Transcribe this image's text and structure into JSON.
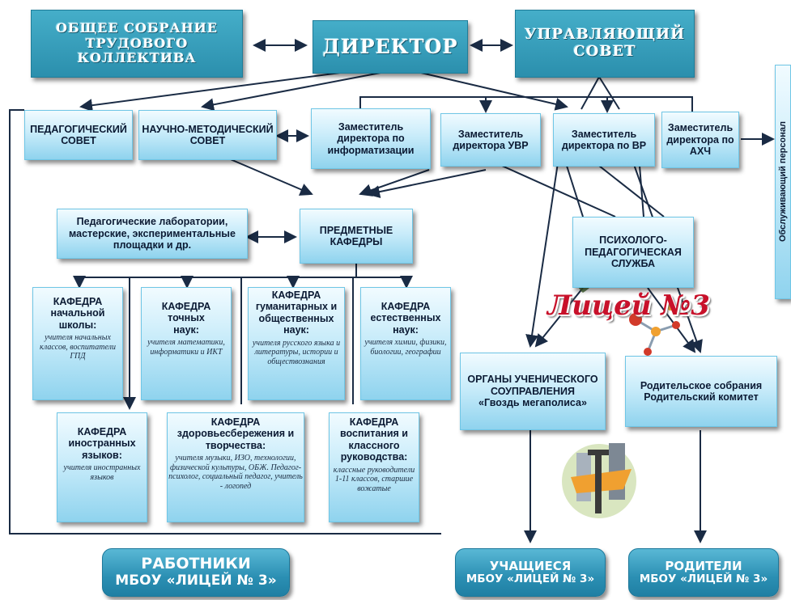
{
  "top": {
    "general_meeting": [
      "ОБЩЕЕ    СОБРАНИЕ",
      "ТРУДОВОГО",
      "КОЛЛЕКТИВА"
    ],
    "director": "ДИРЕКТОР",
    "managing_council": [
      "УПРАВЛЯЮЩИЙ",
      "СОВЕТ"
    ]
  },
  "row2": {
    "ped_council": [
      "ПЕДАГОГИЧЕСКИЙ",
      "СОВЕТ"
    ],
    "method_council": [
      "НАУЧНО-МЕТОДИЧЕСКИЙ",
      "СОВЕТ"
    ],
    "dep_info": [
      "Заместитель",
      "директора по",
      "информатизации"
    ],
    "dep_uvr": [
      "Заместитель",
      "директора УВР"
    ],
    "dep_vr": [
      "Заместитель",
      "директора по ВР"
    ],
    "dep_ahch": [
      "Заместитель",
      "директора по",
      "АХЧ"
    ]
  },
  "service_staff": "Обслуживающий   персонал",
  "labs": [
    "Педагогические лаборатории,",
    "мастерские, экспериментальные",
    "площадки и др."
  ],
  "subject_depts": [
    "ПРЕДМЕТНЫЕ",
    "КАФЕДРЫ"
  ],
  "psych_service": [
    "ПСИХОЛОГО-",
    "ПЕДАГОГИЧЕСКАЯ",
    "СЛУЖБА"
  ],
  "depts": {
    "primary": {
      "title": [
        "КАФЕДРА",
        "начальной",
        "школы:"
      ],
      "desc": "учителя начальных классов, воспитатели ГПД"
    },
    "exact": {
      "title": [
        "КАФЕДРА",
        "точных",
        "наук:"
      ],
      "desc": "учителя математики, информатики и ИКТ"
    },
    "humanities": {
      "title": [
        "КАФЕДРА",
        "гуманитарных и",
        "общественных",
        "наук:"
      ],
      "desc": "учителя русского языка и литературы, истории и обществознания"
    },
    "natural": {
      "title": [
        "КАФЕДРА",
        "естественных",
        "наук:"
      ],
      "desc": "учителя химии, физики, биологии, географии"
    },
    "foreign": {
      "title": [
        "КАФЕДРА",
        "иностранных",
        "языков:"
      ],
      "desc": "учителя иностранных языков"
    },
    "health": {
      "title": [
        "КАФЕДРА",
        "здоровьесбережения и",
        "творчества:"
      ],
      "desc": "учителя музыки, ИЗО, технологии, физической культуры, ОБЖ. Педагог-психолог, социальный педагог, учитель - логопед"
    },
    "upbringing": {
      "title": [
        "КАФЕДРА",
        "воспитания и",
        "классного",
        "руководства:"
      ],
      "desc": "классные руководители 1-11 классов, старшие вожатые"
    }
  },
  "student_gov": [
    "ОРГАНЫ  УЧЕНИЧЕСКОГО",
    "СОУПРАВЛЕНИЯ",
    "«Гвоздь мегаполиса»"
  ],
  "parents_gov": [
    "Родительское  собрания",
    "Родительский  комитет"
  ],
  "bottom": {
    "workers": [
      "РАБОТНИКИ",
      "МБОУ «ЛИЦЕЙ № 3»"
    ],
    "students": [
      "УЧАЩИЕСЯ",
      "МБОУ «ЛИЦЕЙ № 3»"
    ],
    "parents": [
      "РОДИТЕЛИ",
      "МБОУ «ЛИЦЕЙ № 3»"
    ]
  },
  "logo": "Лицей №3",
  "colors": {
    "dark_box": "#2b8fad",
    "light_box": "#c9ecfa",
    "line": "#1a2b44",
    "logo_red": "#c8112a"
  },
  "icons": [
    "leaf-icon",
    "molecule-icon",
    "nail-skyscraper-icon"
  ]
}
